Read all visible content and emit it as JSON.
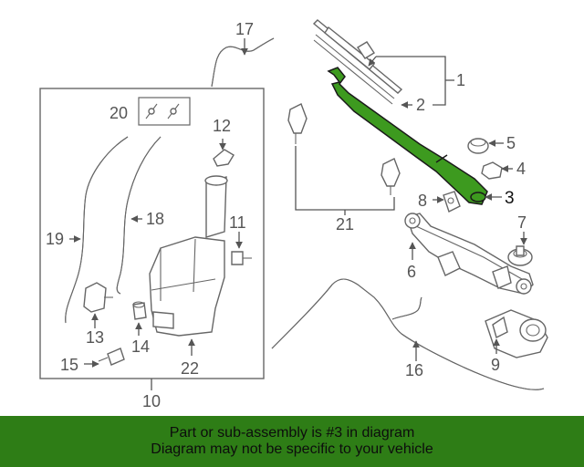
{
  "colors": {
    "highlight": "#3d9a1f",
    "banner_bg": "#2e7d16",
    "line": "#555555"
  },
  "callouts": [
    "1",
    "2",
    "3",
    "4",
    "5",
    "6",
    "7",
    "8",
    "9",
    "10",
    "11",
    "12",
    "13",
    "14",
    "15",
    "16",
    "17",
    "19",
    "18",
    "20",
    "21",
    "22"
  ],
  "banner": {
    "line1": "Part or sub-assembly is #3 in diagram",
    "line2": "Diagram may not be specific to your vehicle"
  }
}
